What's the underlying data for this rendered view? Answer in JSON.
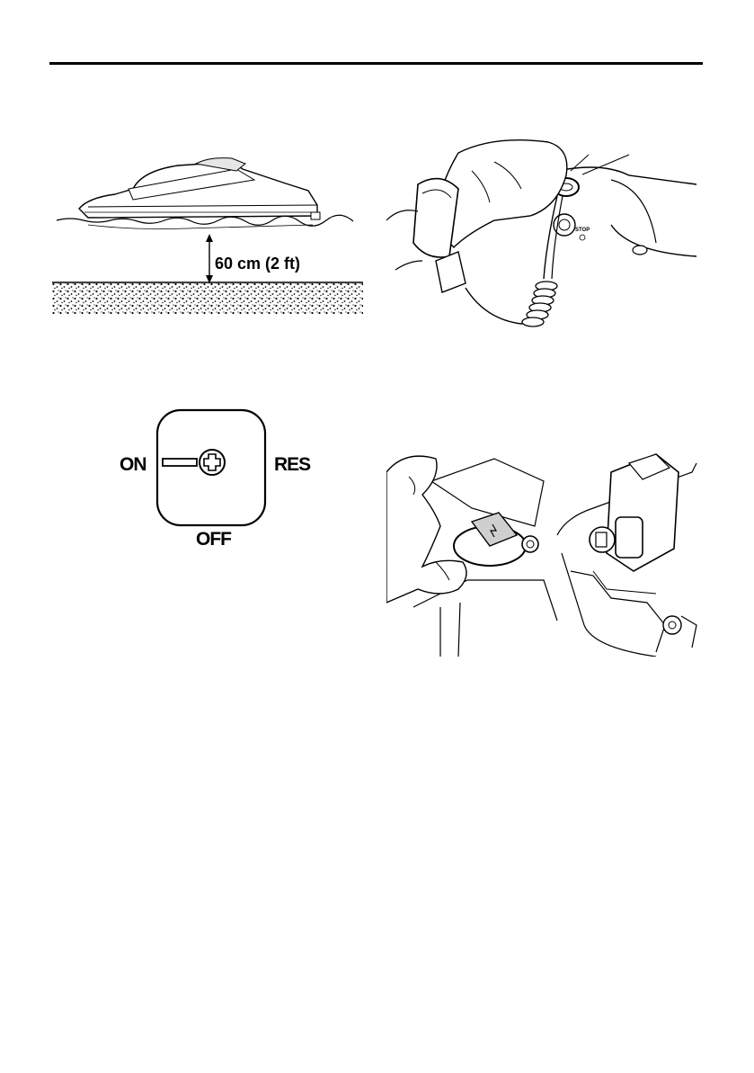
{
  "figure_boat": {
    "clearance_label": "60 cm (2 ft)"
  },
  "figure_lanyard": {
    "stop_label": "STOP"
  },
  "figure_fuel_valve": {
    "on_label": "ON",
    "res_label": "RES",
    "off_label": "OFF"
  }
}
